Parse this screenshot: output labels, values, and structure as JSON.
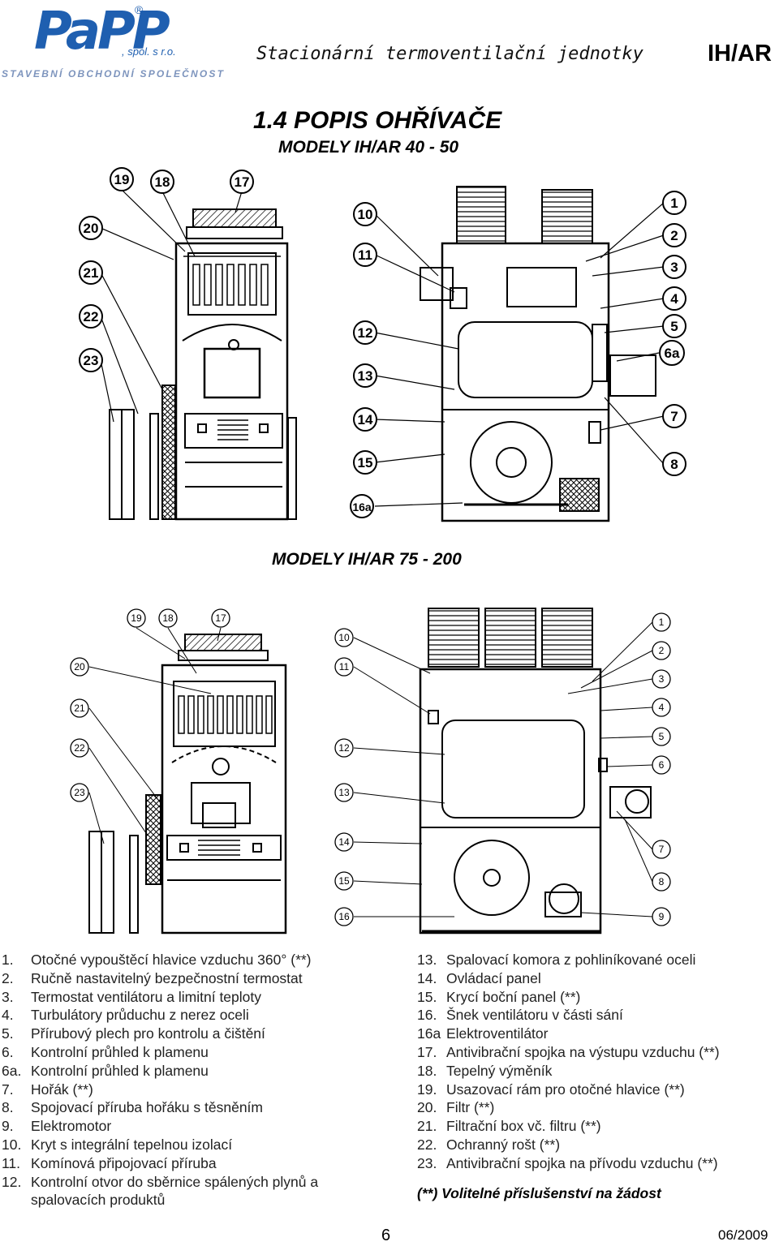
{
  "logo": {
    "main": "PaPP",
    "registered": "®",
    "spol": ", spol. s r.o.",
    "subtitle": "STAVEBNÍ OBCHODNÍ SPOLEČNOST"
  },
  "header": {
    "title": "Stacionární termoventilační jednotky",
    "code": "IH/AR"
  },
  "section": {
    "title": "1.4 POPIS OHŘÍVAČE",
    "models_small": "MODELY IH/AR 40 - 50",
    "models_large": "MODELY IH/AR 75 - 200"
  },
  "diagram1": {
    "callouts_left": [
      "19",
      "18",
      "17",
      "20",
      "21",
      "22",
      "23"
    ],
    "callouts_mid": [
      "10",
      "11",
      "12",
      "13",
      "14",
      "15",
      "16a"
    ],
    "callouts_right": [
      "1",
      "2",
      "3",
      "4",
      "5",
      "6a",
      "7",
      "8"
    ]
  },
  "diagram2": {
    "callouts_left": [
      "19",
      "18",
      "17",
      "20",
      "21",
      "22",
      "23"
    ],
    "callouts_mid": [
      "10",
      "11",
      "12",
      "13",
      "14",
      "15",
      "16"
    ],
    "callouts_right": [
      "1",
      "2",
      "3",
      "4",
      "5",
      "6",
      "7",
      "8",
      "9"
    ]
  },
  "legend": {
    "left": [
      {
        "num": "1.",
        "text": "Otočné vypouštěcí hlavice vzduchu 360° (**)"
      },
      {
        "num": "2.",
        "text": "Ručně nastavitelný bezpečnostní termostat"
      },
      {
        "num": "3.",
        "text": "Termostat ventilátoru a limitní teploty"
      },
      {
        "num": "4.",
        "text": "Turbulátory průduchu z nerez oceli"
      },
      {
        "num": "5.",
        "text": "Přírubový plech pro kontrolu a čištění"
      },
      {
        "num": "6.",
        "text": "Kontrolní průhled k plamenu"
      },
      {
        "num": "6a.",
        "text": "Kontrolní průhled k plamenu"
      },
      {
        "num": "7.",
        "text": "Hořák (**)"
      },
      {
        "num": "8.",
        "text": "Spojovací příruba hořáku s těsněním"
      },
      {
        "num": "9.",
        "text": "Elektromotor"
      },
      {
        "num": "10.",
        "text": "Kryt s integrální tepelnou izolací"
      },
      {
        "num": "11.",
        "text": "Komínová připojovací příruba"
      },
      {
        "num": "12.",
        "text": "Kontrolní otvor do sběrnice spálených plynů a spalovacích produktů"
      }
    ],
    "right": [
      {
        "num": "13.",
        "text": "Spalovací komora z pohliníkované oceli"
      },
      {
        "num": "14.",
        "text": "Ovládací panel"
      },
      {
        "num": "15.",
        "text": "Krycí boční panel (**)"
      },
      {
        "num": "16.",
        "text": "Šnek ventilátoru v části sání"
      },
      {
        "num": "16a",
        "text": "Elektroventilátor"
      },
      {
        "num": "17.",
        "text": "Antivibrační spojka na výstupu vzduchu (**)"
      },
      {
        "num": "18.",
        "text": "Tepelný výměník"
      },
      {
        "num": "19.",
        "text": "Usazovací rám pro otočné hlavice (**)"
      },
      {
        "num": "20.",
        "text": "Filtr (**)"
      },
      {
        "num": "21.",
        "text": "Filtrační box vč. filtru (**)"
      },
      {
        "num": "22.",
        "text": "Ochranný rošt (**)"
      },
      {
        "num": "23.",
        "text": "Antivibrační spojka na přívodu vzduchu (**)"
      }
    ],
    "note": "(**) Volitelné příslušenství na žádost"
  },
  "footer": {
    "page": "6",
    "date": "06/2009"
  },
  "colors": {
    "brand_blue": "#1f5fb0",
    "brand_grey": "#7d94bd"
  }
}
